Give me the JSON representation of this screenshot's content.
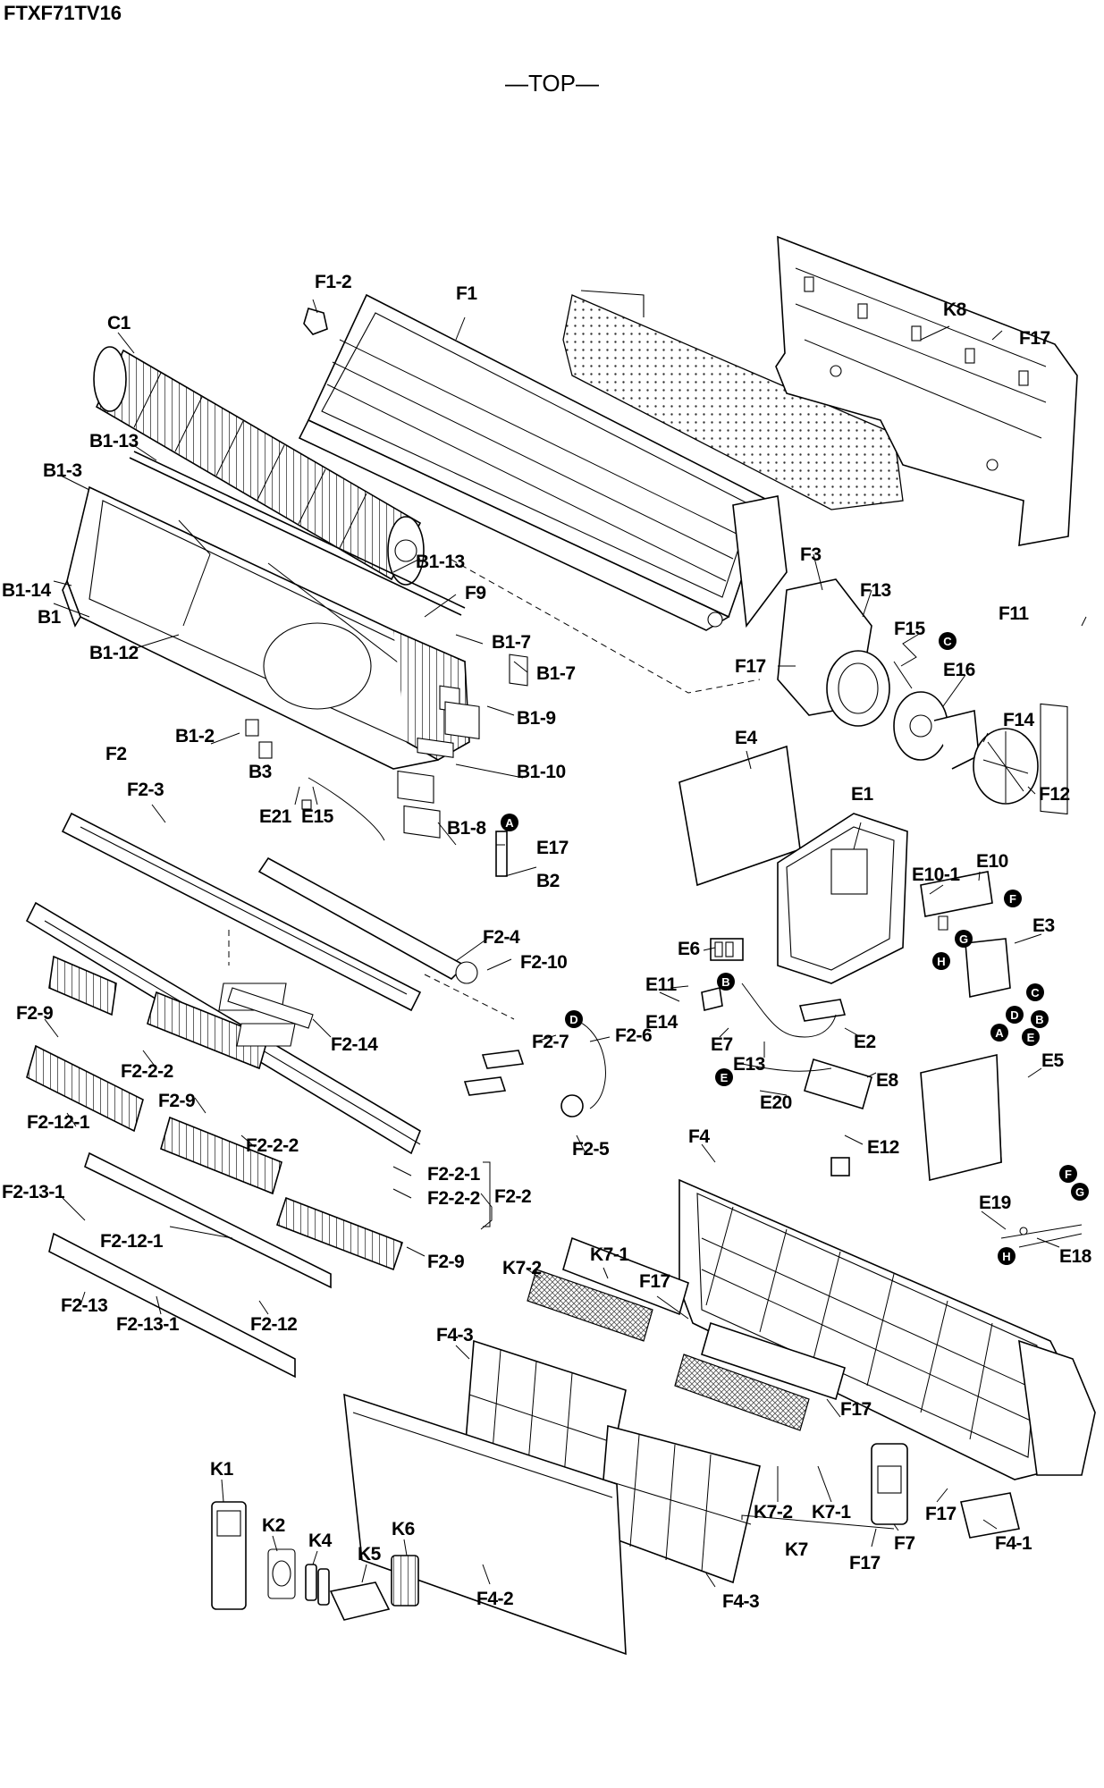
{
  "sheet": {
    "title": "FTXF71TV16",
    "view": "—TOP—"
  },
  "labels": {
    "F1_2": "F1-2",
    "F1": "F1",
    "C1": "C1",
    "K8": "K8",
    "F17_top": "F17",
    "B1_13a": "B1-13",
    "B1_3": "B1-3",
    "B1_13b": "B1-13",
    "B1_14": "B1-14",
    "B1": "B1",
    "F9": "F9",
    "B1_12": "B1-12",
    "B1_7a": "B1-7",
    "B1_7b": "B1-7",
    "F3": "F3",
    "F13": "F13",
    "F11": "F11",
    "F15": "F15",
    "E16": "E16",
    "F17_fan": "F17",
    "B1_9": "B1-9",
    "F14": "F14",
    "B1_2": "B1-2",
    "F2": "F2",
    "B1_10": "B1-10",
    "B3": "B3",
    "F12": "F12",
    "E4": "E4",
    "F2_3": "F2-3",
    "E21": "E21",
    "E15": "E15",
    "B1_8": "B1-8",
    "E1": "E1",
    "E17": "E17",
    "B2": "B2",
    "E10": "E10",
    "E10_1": "E10-1",
    "E3": "E3",
    "F2_4": "F2-4",
    "F2_10": "F2-10",
    "E6": "E6",
    "E11": "E11",
    "E14": "E14",
    "F2_9a": "F2-9",
    "F2_14": "F2-14",
    "F2_7": "F2-7",
    "F2_6": "F2-6",
    "E7": "E7",
    "E2": "E2",
    "E13": "E13",
    "F2_2_2a": "F2-2-2",
    "F2_9b": "F2-9",
    "E8": "E8",
    "E5": "E5",
    "E20": "E20",
    "F2_12_1a": "F2-12-1",
    "F2_2_2b": "F2-2-2",
    "F2_5": "F2-5",
    "E12": "E12",
    "F4": "F4",
    "F2_2_1": "F2-2-1",
    "F2_13_1a": "F2-13-1",
    "F2_2_2c": "F2-2-2",
    "F2_2": "F2-2",
    "E19": "E19",
    "F2_12_1b": "F2-12-1",
    "E18": "E18",
    "F2_9c": "F2-9",
    "K7_2a": "K7-2",
    "K7_1a": "K7-1",
    "F17_mid": "F17",
    "F2_13": "F2-13",
    "F2_12": "F2-12",
    "F2_13_1b": "F2-13-1",
    "F4_3a": "F4-3",
    "F17_low": "F17",
    "K1": "K1",
    "K7_2b": "K7-2",
    "K7_1b": "K7-1",
    "F17_f7": "F17",
    "K2": "K2",
    "K4": "K4",
    "K6": "K6",
    "K5": "K5",
    "F7": "F7",
    "F4_1": "F4-1",
    "K7": "K7",
    "F17_bot": "F17",
    "F4_2": "F4-2",
    "F4_3b": "F4-3"
  },
  "badges": {
    "C_top": "C",
    "A_e17": "A",
    "F_e10": "F",
    "G_e10": "G",
    "H_e10": "H",
    "C_e3": "C",
    "B_e3": "B",
    "D_e3": "D",
    "A_e3": "A",
    "E_e3": "E",
    "B_e13": "B",
    "D_f26": "D",
    "E_e20": "E",
    "F_e19": "F",
    "G_e19": "G",
    "H_e18": "H"
  }
}
